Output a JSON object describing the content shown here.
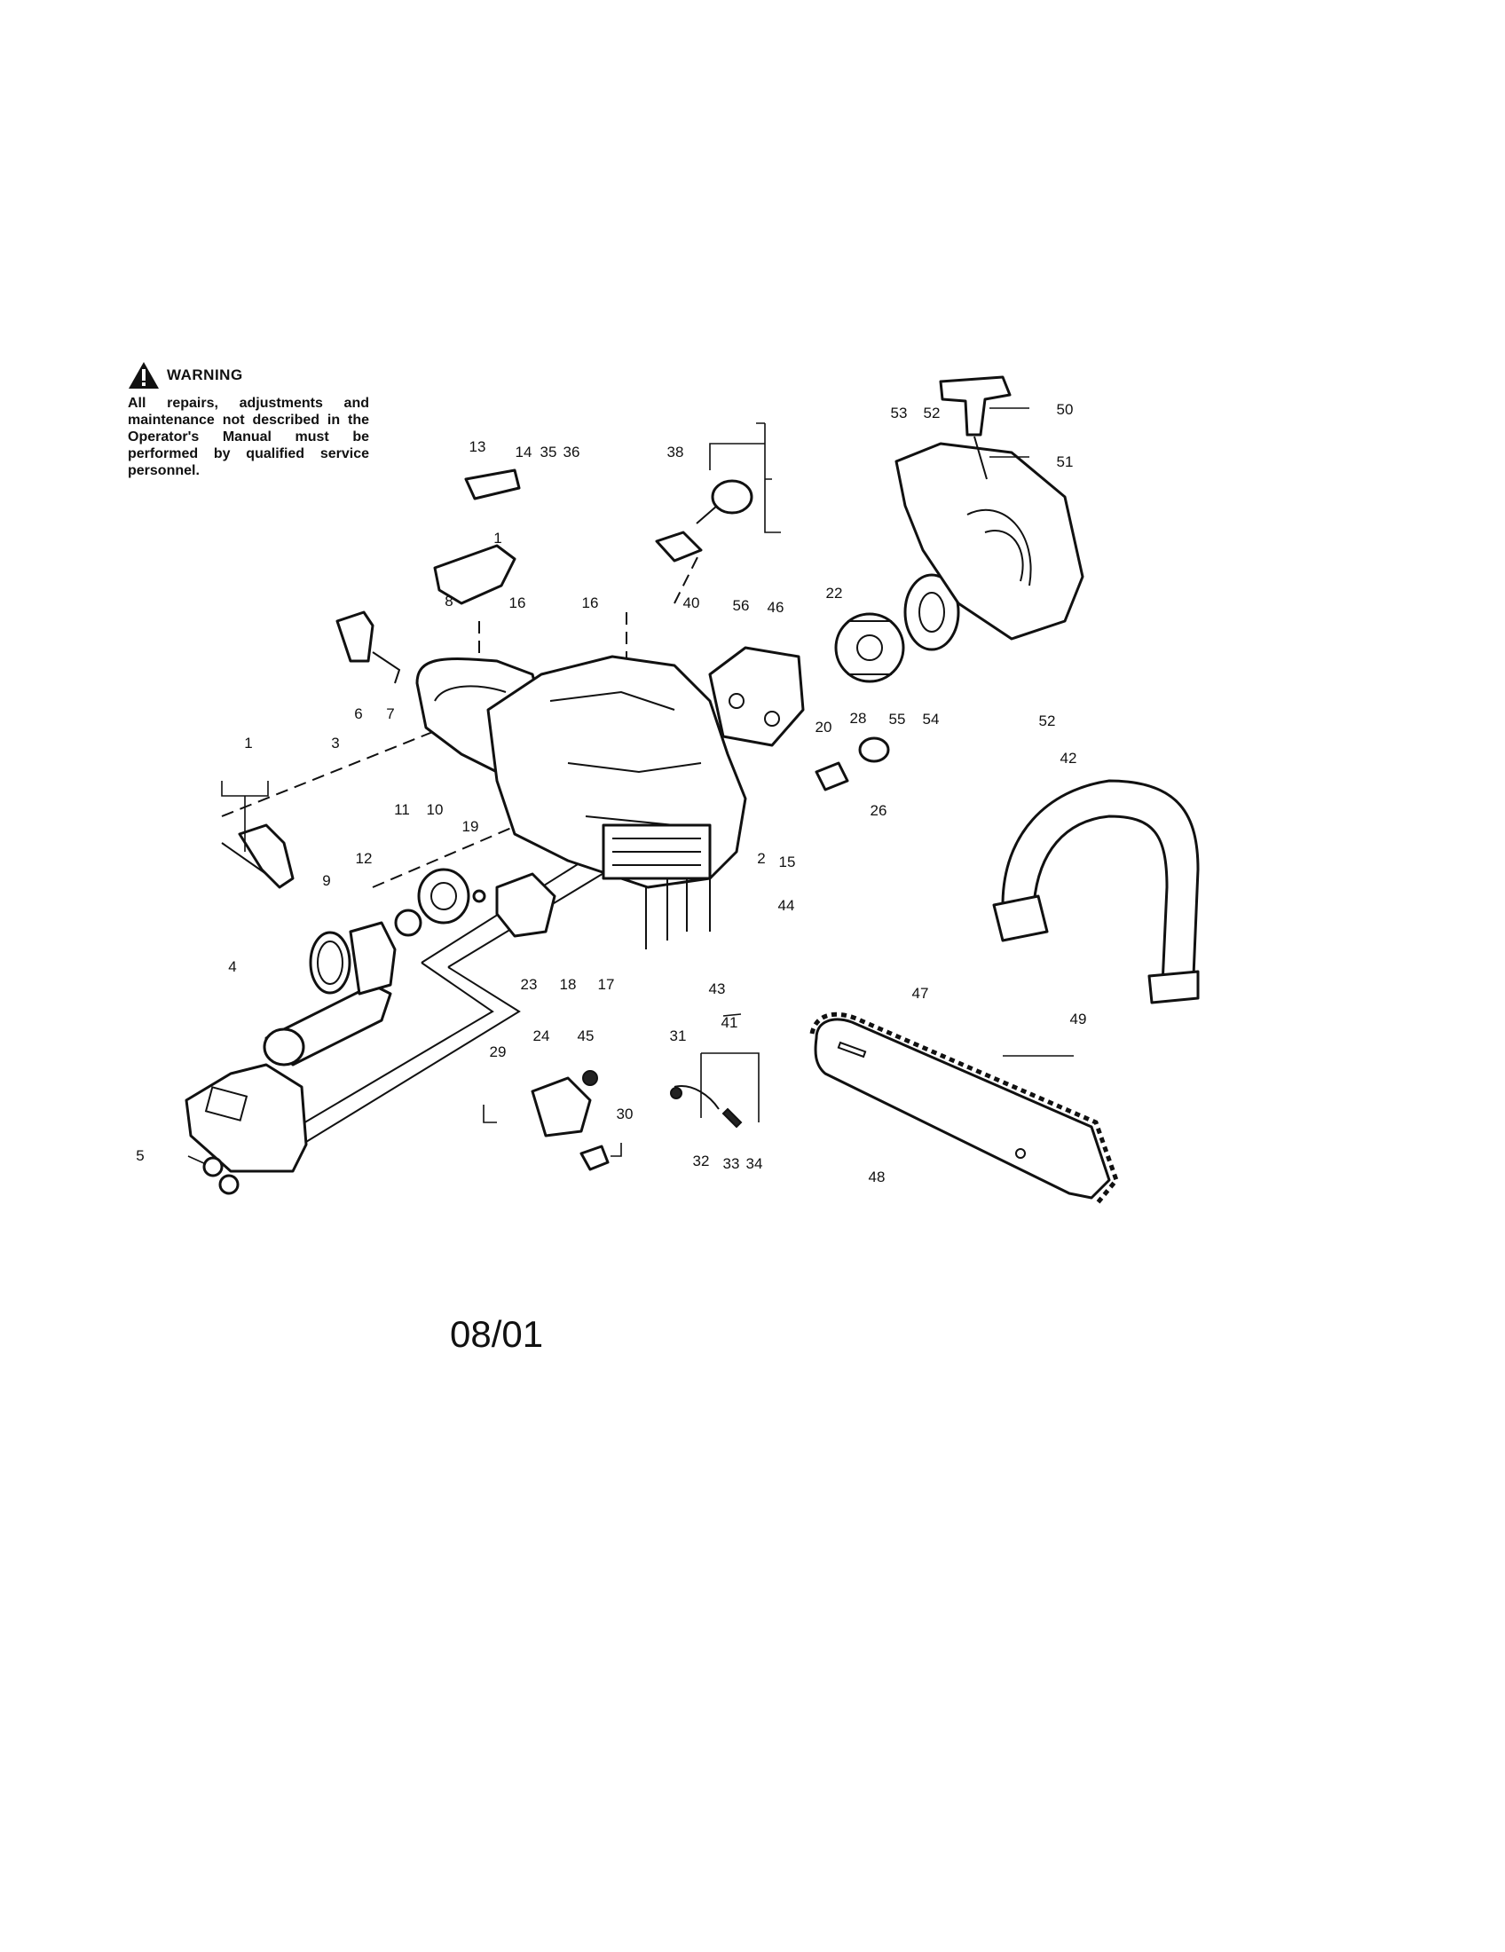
{
  "warning": {
    "title": "WARNING",
    "text": "All repairs, adjustments and maintenance not described in the Operator's Manual must be performed by qualified service personnel.",
    "icon": "warning-triangle-icon"
  },
  "date_code": "08/01",
  "part_labels": [
    "1",
    "1",
    "2",
    "3",
    "4",
    "5",
    "6",
    "7",
    "8",
    "9",
    "10",
    "11",
    "12",
    "13",
    "14",
    "15",
    "16",
    "16",
    "17",
    "18",
    "19",
    "20",
    "22",
    "23",
    "24",
    "26",
    "28",
    "29",
    "30",
    "31",
    "32",
    "33",
    "34",
    "35",
    "36",
    "38",
    "40",
    "41",
    "42",
    "43",
    "44",
    "45",
    "46",
    "47",
    "48",
    "49",
    "50",
    "51",
    "52",
    "52",
    "53",
    "54",
    "55",
    "56"
  ]
}
